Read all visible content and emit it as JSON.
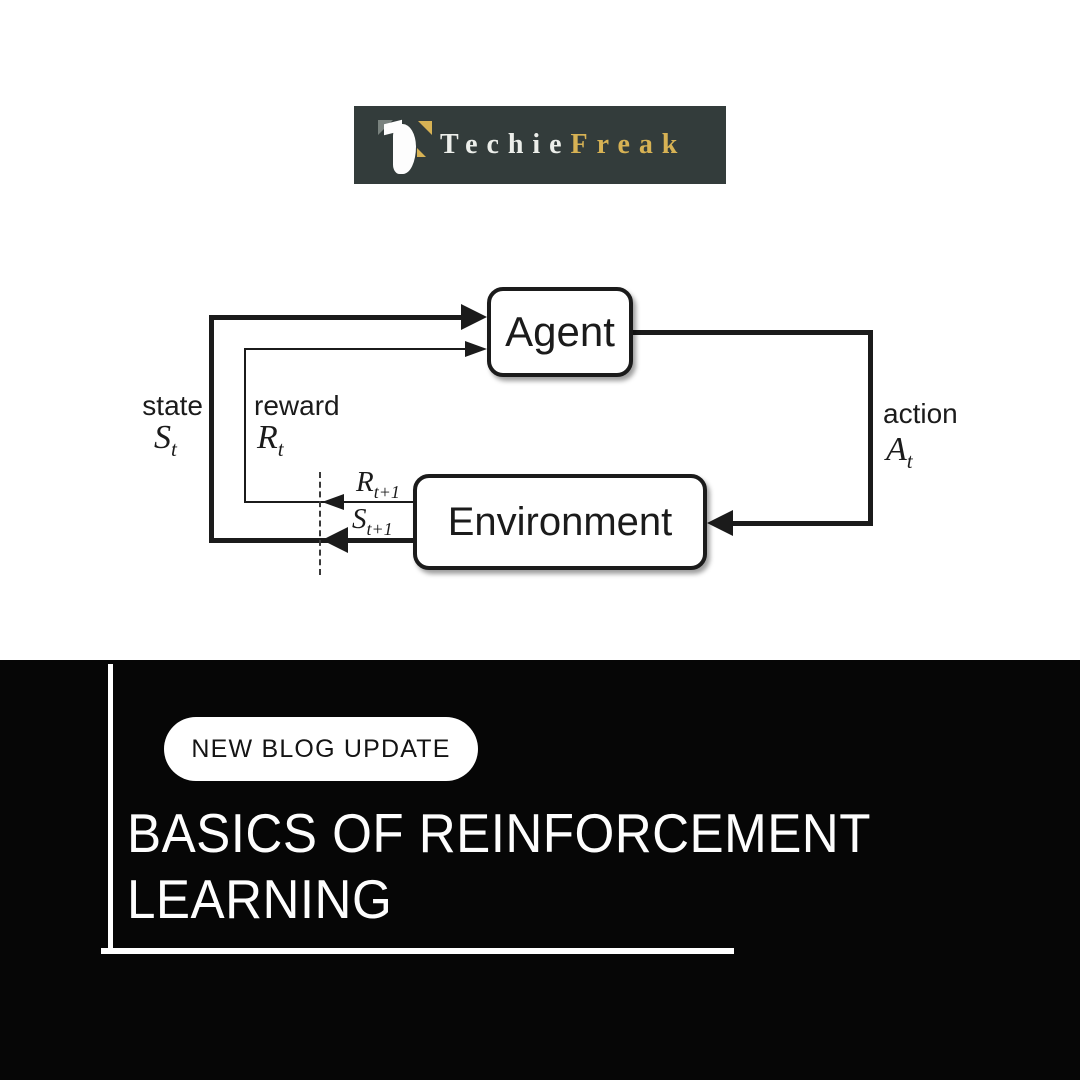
{
  "colors": {
    "page-bg": "#ffffff",
    "section-bg": "#060606",
    "logo-bg": "#333c3b",
    "logo-first": "#eceeea",
    "logo-gold": "#d7b254",
    "ink": "#1b1b1b",
    "badge-bg": "#ffffff",
    "badge-text": "#141414",
    "title-text": "#fdfdfd"
  },
  "logo": {
    "brand_first": "Techie",
    "brand_second": "Freak"
  },
  "diagram": {
    "agent_label": "Agent",
    "environment_label": "Environment",
    "state_label": "state",
    "reward_label": "reward",
    "action_label": "action",
    "state_symbol": {
      "base": "S",
      "sub": "t"
    },
    "reward_symbol": {
      "base": "R",
      "sub": "t"
    },
    "action_symbol": {
      "base": "A",
      "sub": "t"
    },
    "next_reward_symbol": {
      "base": "R",
      "sub": "t+1"
    },
    "next_state_symbol": {
      "base": "S",
      "sub": "t+1"
    }
  },
  "announcement": {
    "badge_label": "NEW BLOG UPDATE",
    "title_line1": "BASICS OF REINFORCEMENT",
    "title_line2": "LEARNING"
  }
}
